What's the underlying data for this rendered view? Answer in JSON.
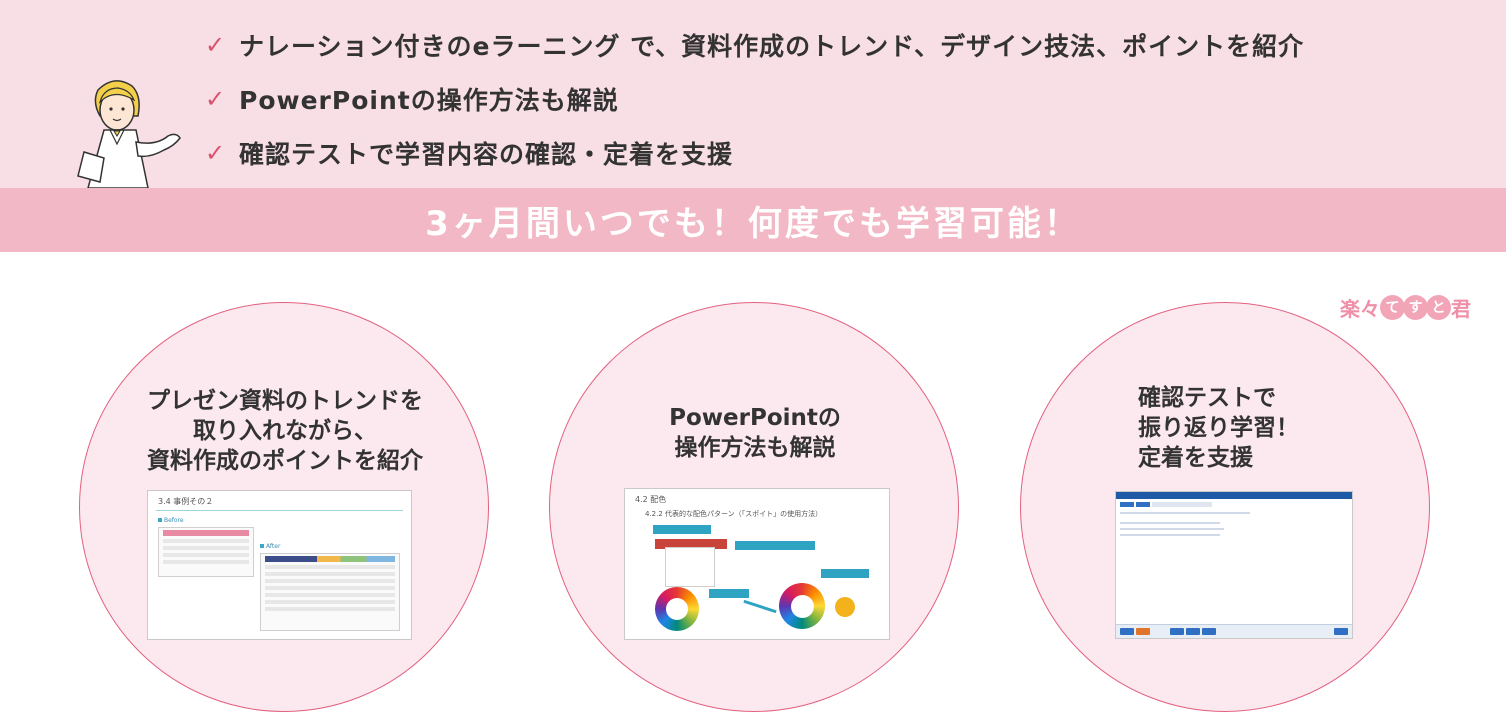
{
  "features": [
    "ナレーション付きのeラーニング で、資料作成のトレンド、デザイン技法、ポイントを紹介",
    "PowerPointの操作方法も解説",
    "確認テストで学習内容の確認・定着を支援"
  ],
  "check_mark": "✓",
  "banner": "3ヶ月間いつでも！何度でも学習可能！",
  "logo": {
    "kanji": "楽々",
    "bubbles": [
      "て",
      "す",
      "と"
    ],
    "end": "君"
  },
  "circles": [
    {
      "title_lines": [
        "プレゼン資料のトレンドを",
        "取り入れながら、",
        "資料作成のポイントを紹介"
      ],
      "screenshot": {
        "heading": "3.4 事例その２",
        "before": "Before",
        "after": "After"
      }
    },
    {
      "title_lines": [
        "PowerPointの",
        "操作方法も解説"
      ],
      "screenshot": {
        "heading": "4.2 配色",
        "subheading": "4.2.2 代表的な配色パターン（「スポイト」の使用方法）"
      }
    },
    {
      "title_lines": [
        "確認テストで",
        "振り返り学習！",
        "定着を支援"
      ],
      "screenshot": {}
    }
  ],
  "colors": {
    "top_band": "#f8dfe6",
    "banner": "#f3b8c6",
    "check": "#d9536f",
    "circle_fill": "#fce9ef",
    "circle_border": "#e2617f",
    "logo": "#f08fa8"
  }
}
